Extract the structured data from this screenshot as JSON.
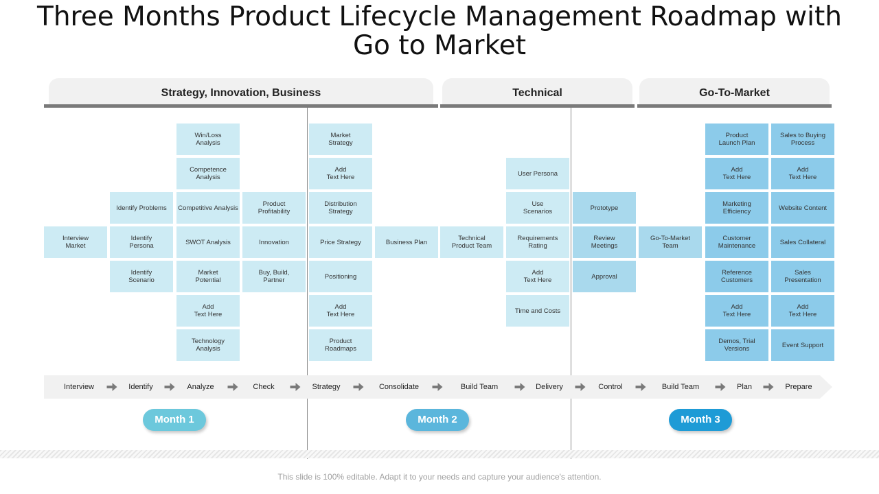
{
  "title": "Three Months Product Lifecycle Management Roadmap with Go to Market",
  "sections": [
    {
      "label": "Strategy, Innovation, Business"
    },
    {
      "label": "Technical"
    },
    {
      "label": "Go-To-Market"
    }
  ],
  "columns": [
    {
      "cells": [
        null,
        null,
        null,
        {
          "text": "Interview\nMarket",
          "shade": "light"
        },
        null,
        null,
        null
      ]
    },
    {
      "cells": [
        null,
        null,
        {
          "text": "Identify Problems",
          "shade": "light"
        },
        {
          "text": "Identify\nPersona",
          "shade": "light"
        },
        {
          "text": "Identify\nScenario",
          "shade": "light"
        },
        null,
        null
      ]
    },
    {
      "cells": [
        {
          "text": "Win/Loss\nAnalysis",
          "shade": "light"
        },
        {
          "text": "Competence Analysis",
          "shade": "light"
        },
        {
          "text": "Competitive Analysis",
          "shade": "light"
        },
        {
          "text": "SWOT Analysis",
          "shade": "light"
        },
        {
          "text": "Market\nPotential",
          "shade": "light"
        },
        {
          "text": "Add\nText Here",
          "shade": "light"
        },
        {
          "text": "Technology\nAnalysis",
          "shade": "light"
        }
      ]
    },
    {
      "cells": [
        null,
        null,
        {
          "text": "Product\nProfitability",
          "shade": "light"
        },
        {
          "text": "Innovation",
          "shade": "light"
        },
        {
          "text": "Buy, Build,\nPartner",
          "shade": "light"
        },
        null,
        null
      ]
    },
    {
      "cells": [
        {
          "text": "Market\nStrategy",
          "shade": "light"
        },
        {
          "text": "Add\nText Here",
          "shade": "light"
        },
        {
          "text": "Distribution\nStrategy",
          "shade": "light"
        },
        {
          "text": "Price Strategy",
          "shade": "light"
        },
        {
          "text": "Positioning",
          "shade": "light"
        },
        {
          "text": "Add\nText Here",
          "shade": "light"
        },
        {
          "text": "Product\nRoadmaps",
          "shade": "light"
        }
      ]
    },
    {
      "cells": [
        null,
        null,
        null,
        {
          "text": "Business Plan",
          "shade": "light"
        },
        null,
        null,
        null
      ]
    },
    {
      "cells": [
        null,
        null,
        null,
        {
          "text": "Technical\nProduct Team",
          "shade": "light"
        },
        null,
        null,
        null
      ]
    },
    {
      "cells": [
        null,
        {
          "text": "User Persona",
          "shade": "light"
        },
        {
          "text": "Use\nScenarios",
          "shade": "light"
        },
        {
          "text": "Requirements Rating",
          "shade": "light"
        },
        {
          "text": "Add\nText Here",
          "shade": "light"
        },
        {
          "text": "Time and Costs",
          "shade": "light"
        },
        null
      ]
    },
    {
      "cells": [
        null,
        null,
        {
          "text": "Prototype",
          "shade": "mid"
        },
        {
          "text": "Review\nMeetings",
          "shade": "mid"
        },
        {
          "text": "Approval",
          "shade": "mid"
        },
        null,
        null
      ]
    },
    {
      "cells": [
        null,
        null,
        null,
        {
          "text": "Go-To-Market\nTeam",
          "shade": "mid"
        },
        null,
        null,
        null
      ]
    },
    {
      "cells": [
        {
          "text": "Product\nLaunch Plan",
          "shade": "dark"
        },
        {
          "text": "Add\nText Here",
          "shade": "dark"
        },
        {
          "text": "Marketing\nEfficiency",
          "shade": "dark"
        },
        {
          "text": "Customer\nMaintenance",
          "shade": "dark"
        },
        {
          "text": "Reference\nCustomers",
          "shade": "dark"
        },
        {
          "text": "Add\nText Here",
          "shade": "dark"
        },
        {
          "text": "Demos, Trial\nVersions",
          "shade": "dark"
        }
      ]
    },
    {
      "cells": [
        {
          "text": "Sales to Buying\nProcess",
          "shade": "dark"
        },
        {
          "text": "Add\nText Here",
          "shade": "dark"
        },
        {
          "text": "Website Content",
          "shade": "dark"
        },
        {
          "text": "Sales Collateral",
          "shade": "dark"
        },
        {
          "text": "Sales\nPresentation",
          "shade": "dark"
        },
        {
          "text": "Add\nText Here",
          "shade": "dark"
        },
        {
          "text": "Event Support",
          "shade": "dark"
        }
      ]
    }
  ],
  "phases": [
    "Interview",
    "Identify",
    "Analyze",
    "Check",
    "Strategy",
    "Consolidate",
    "Build Team",
    "Delivery",
    "Control",
    "Build Team",
    "Plan",
    "Prepare"
  ],
  "arrow_icon": "right-arrow-icon",
  "months": [
    {
      "label": "Month 1",
      "color": "#6cc8dc"
    },
    {
      "label": "Month 2",
      "color": "#5bb6dc"
    },
    {
      "label": "Month 3",
      "color": "#1e9bd6"
    }
  ],
  "colors": {
    "cell_light": "#cdebf4",
    "cell_mid": "#a9d9ed",
    "cell_dark": "#8ccbea"
  },
  "footer": "This slide is 100% editable. Adapt it to your needs and capture your audience's attention."
}
